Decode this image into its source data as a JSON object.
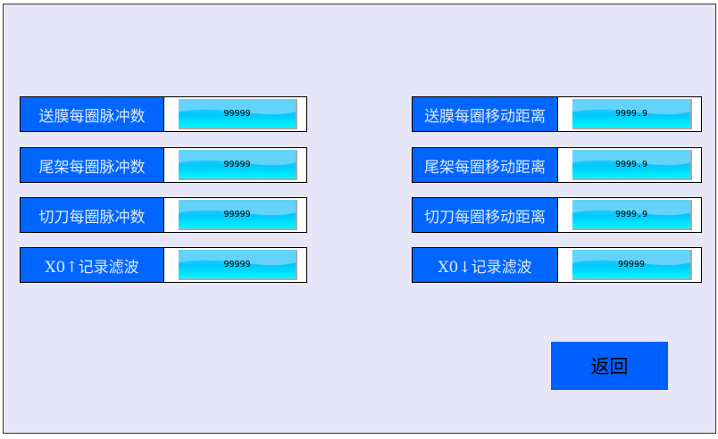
{
  "left": [
    {
      "label": "送膜每圈脉冲数",
      "value": "99999"
    },
    {
      "label": "尾架每圈脉冲数",
      "value": "99999"
    },
    {
      "label": "切刀每圈脉冲数",
      "value": "99999"
    },
    {
      "label": "X0↑记录滤波",
      "value": "99999"
    }
  ],
  "right": [
    {
      "label": "送膜每圈移动距离",
      "value": "9999.9"
    },
    {
      "label": "尾架每圈移动距离",
      "value": "9999.9"
    },
    {
      "label": "切刀每圈移动距离",
      "value": "9999.9"
    },
    {
      "label": "X0↓记录滤波",
      "value": "99999"
    }
  ],
  "back_label": "返回"
}
